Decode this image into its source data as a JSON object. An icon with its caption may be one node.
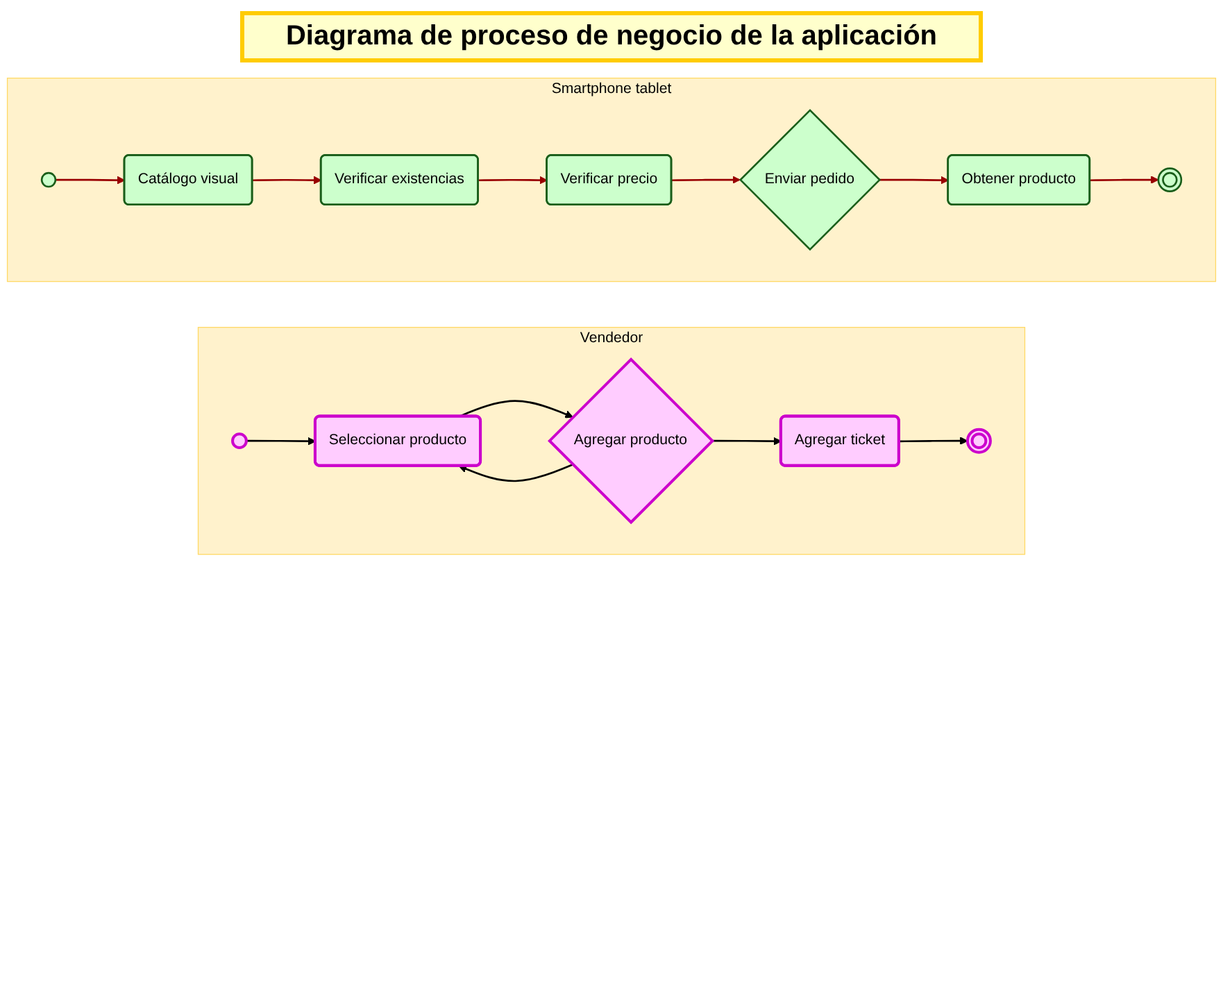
{
  "diagram": {
    "title": "Diagrama de proceso de negocio de la aplicación",
    "nodes": [
      {
        "text": [
          "Vendedor"
        ]
      },
      {
        "text": [],
        "shape": "circle",
        "in": 0
      },
      {
        "text": [
          "Seleccionar producto"
        ],
        "in": 0
      },
      {
        "text": [
          "Agregar producto"
        ],
        "in": 0
      },
      {
        "text": [
          "Agregar ticket"
        ],
        "in": 0
      },
      {
        "text": [],
        "shape": "double-circle",
        "in": 0
      },
      {
        "text": [
          "Smartphone tablet"
        ]
      },
      {
        "text": [],
        "shape": "circle",
        "in": 6
      },
      {
        "text": [
          "Catálogo visual"
        ],
        "in": 6
      },
      {
        "text": [
          "Verificar existencias"
        ],
        "in": 6
      },
      {
        "text": [
          "Verificar precio"
        ],
        "in": 6
      },
      {
        "text": [
          "Enviar pedido"
        ],
        "in": 6
      },
      {
        "text": [
          "Obtener producto"
        ],
        "in": 6
      },
      {
        "text": [],
        "shape": "double-circle",
        "in": 6
      }
    ],
    "edges": [
      {
        "from": 1,
        "to": 2,
        "arrow": "to",
        "color": "#000000"
      },
      {
        "from": 2,
        "to": 3,
        "arrow": "to",
        "color": "#000000"
      },
      {
        "from": 3,
        "to": 2,
        "arrow": "to",
        "color": "#000000"
      },
      {
        "from": 3,
        "to": 4,
        "arrow": "to",
        "color": "#000000"
      },
      {
        "from": 4,
        "to": 5,
        "arrow": "to",
        "color": "#000000"
      },
      {
        "from": 7,
        "to": 8,
        "arrow": "to"
      },
      {
        "from": 8,
        "to": 9,
        "arrow": "to"
      },
      {
        "from": 9,
        "to": 10,
        "arrow": "to"
      },
      {
        "from": 10,
        "to": 11,
        "arrow": "to"
      },
      {
        "from": 11,
        "to": 12,
        "arrow": "to"
      },
      {
        "from": 12,
        "to": 13,
        "arrow": "to"
      }
    ]
  }
}
